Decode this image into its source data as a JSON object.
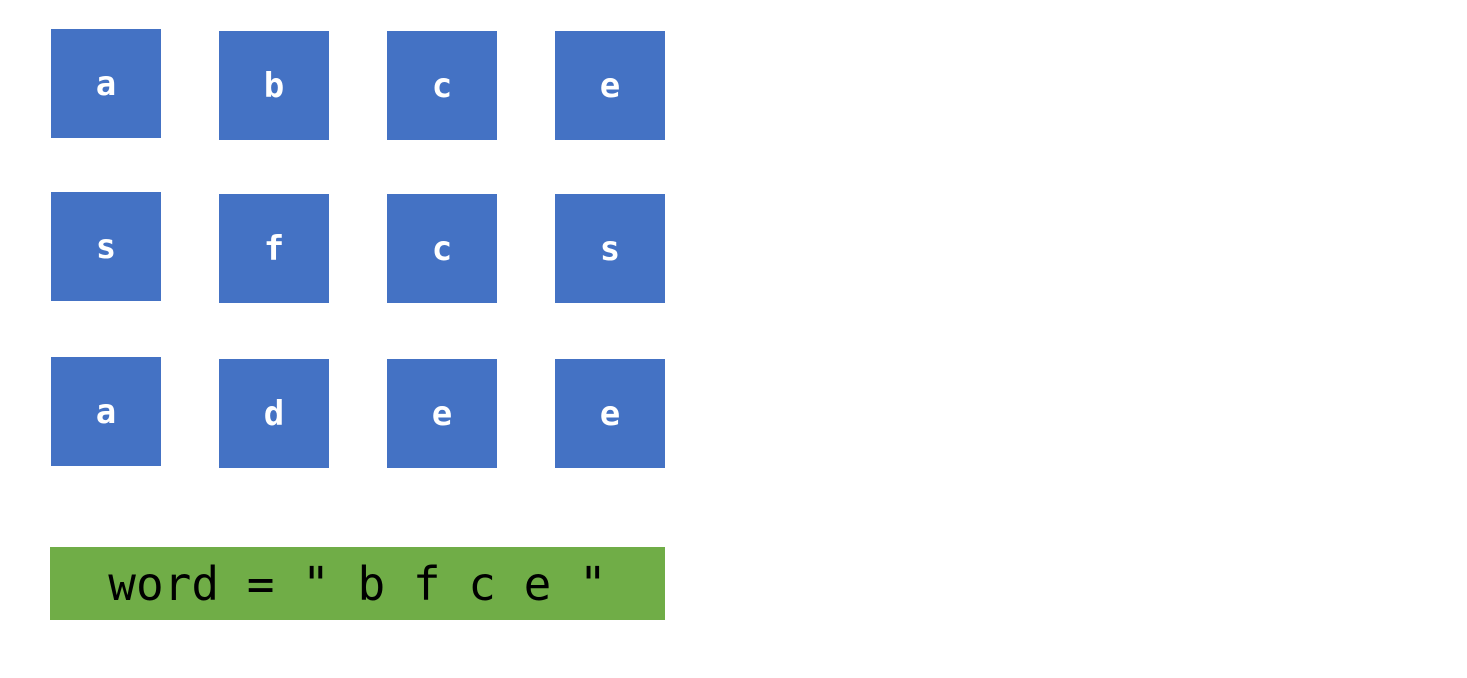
{
  "grid": {
    "rows": [
      [
        "a",
        "b",
        "c",
        "e"
      ],
      [
        "s",
        "f",
        "c",
        "s"
      ],
      [
        "a",
        "d",
        "e",
        "e"
      ]
    ]
  },
  "word_label": "word = \" b f c e \"",
  "colors": {
    "cell_fill": "#4472C4",
    "cell_text": "#FFFFFF",
    "word_fill": "#70AD47",
    "word_text": "#000000"
  }
}
